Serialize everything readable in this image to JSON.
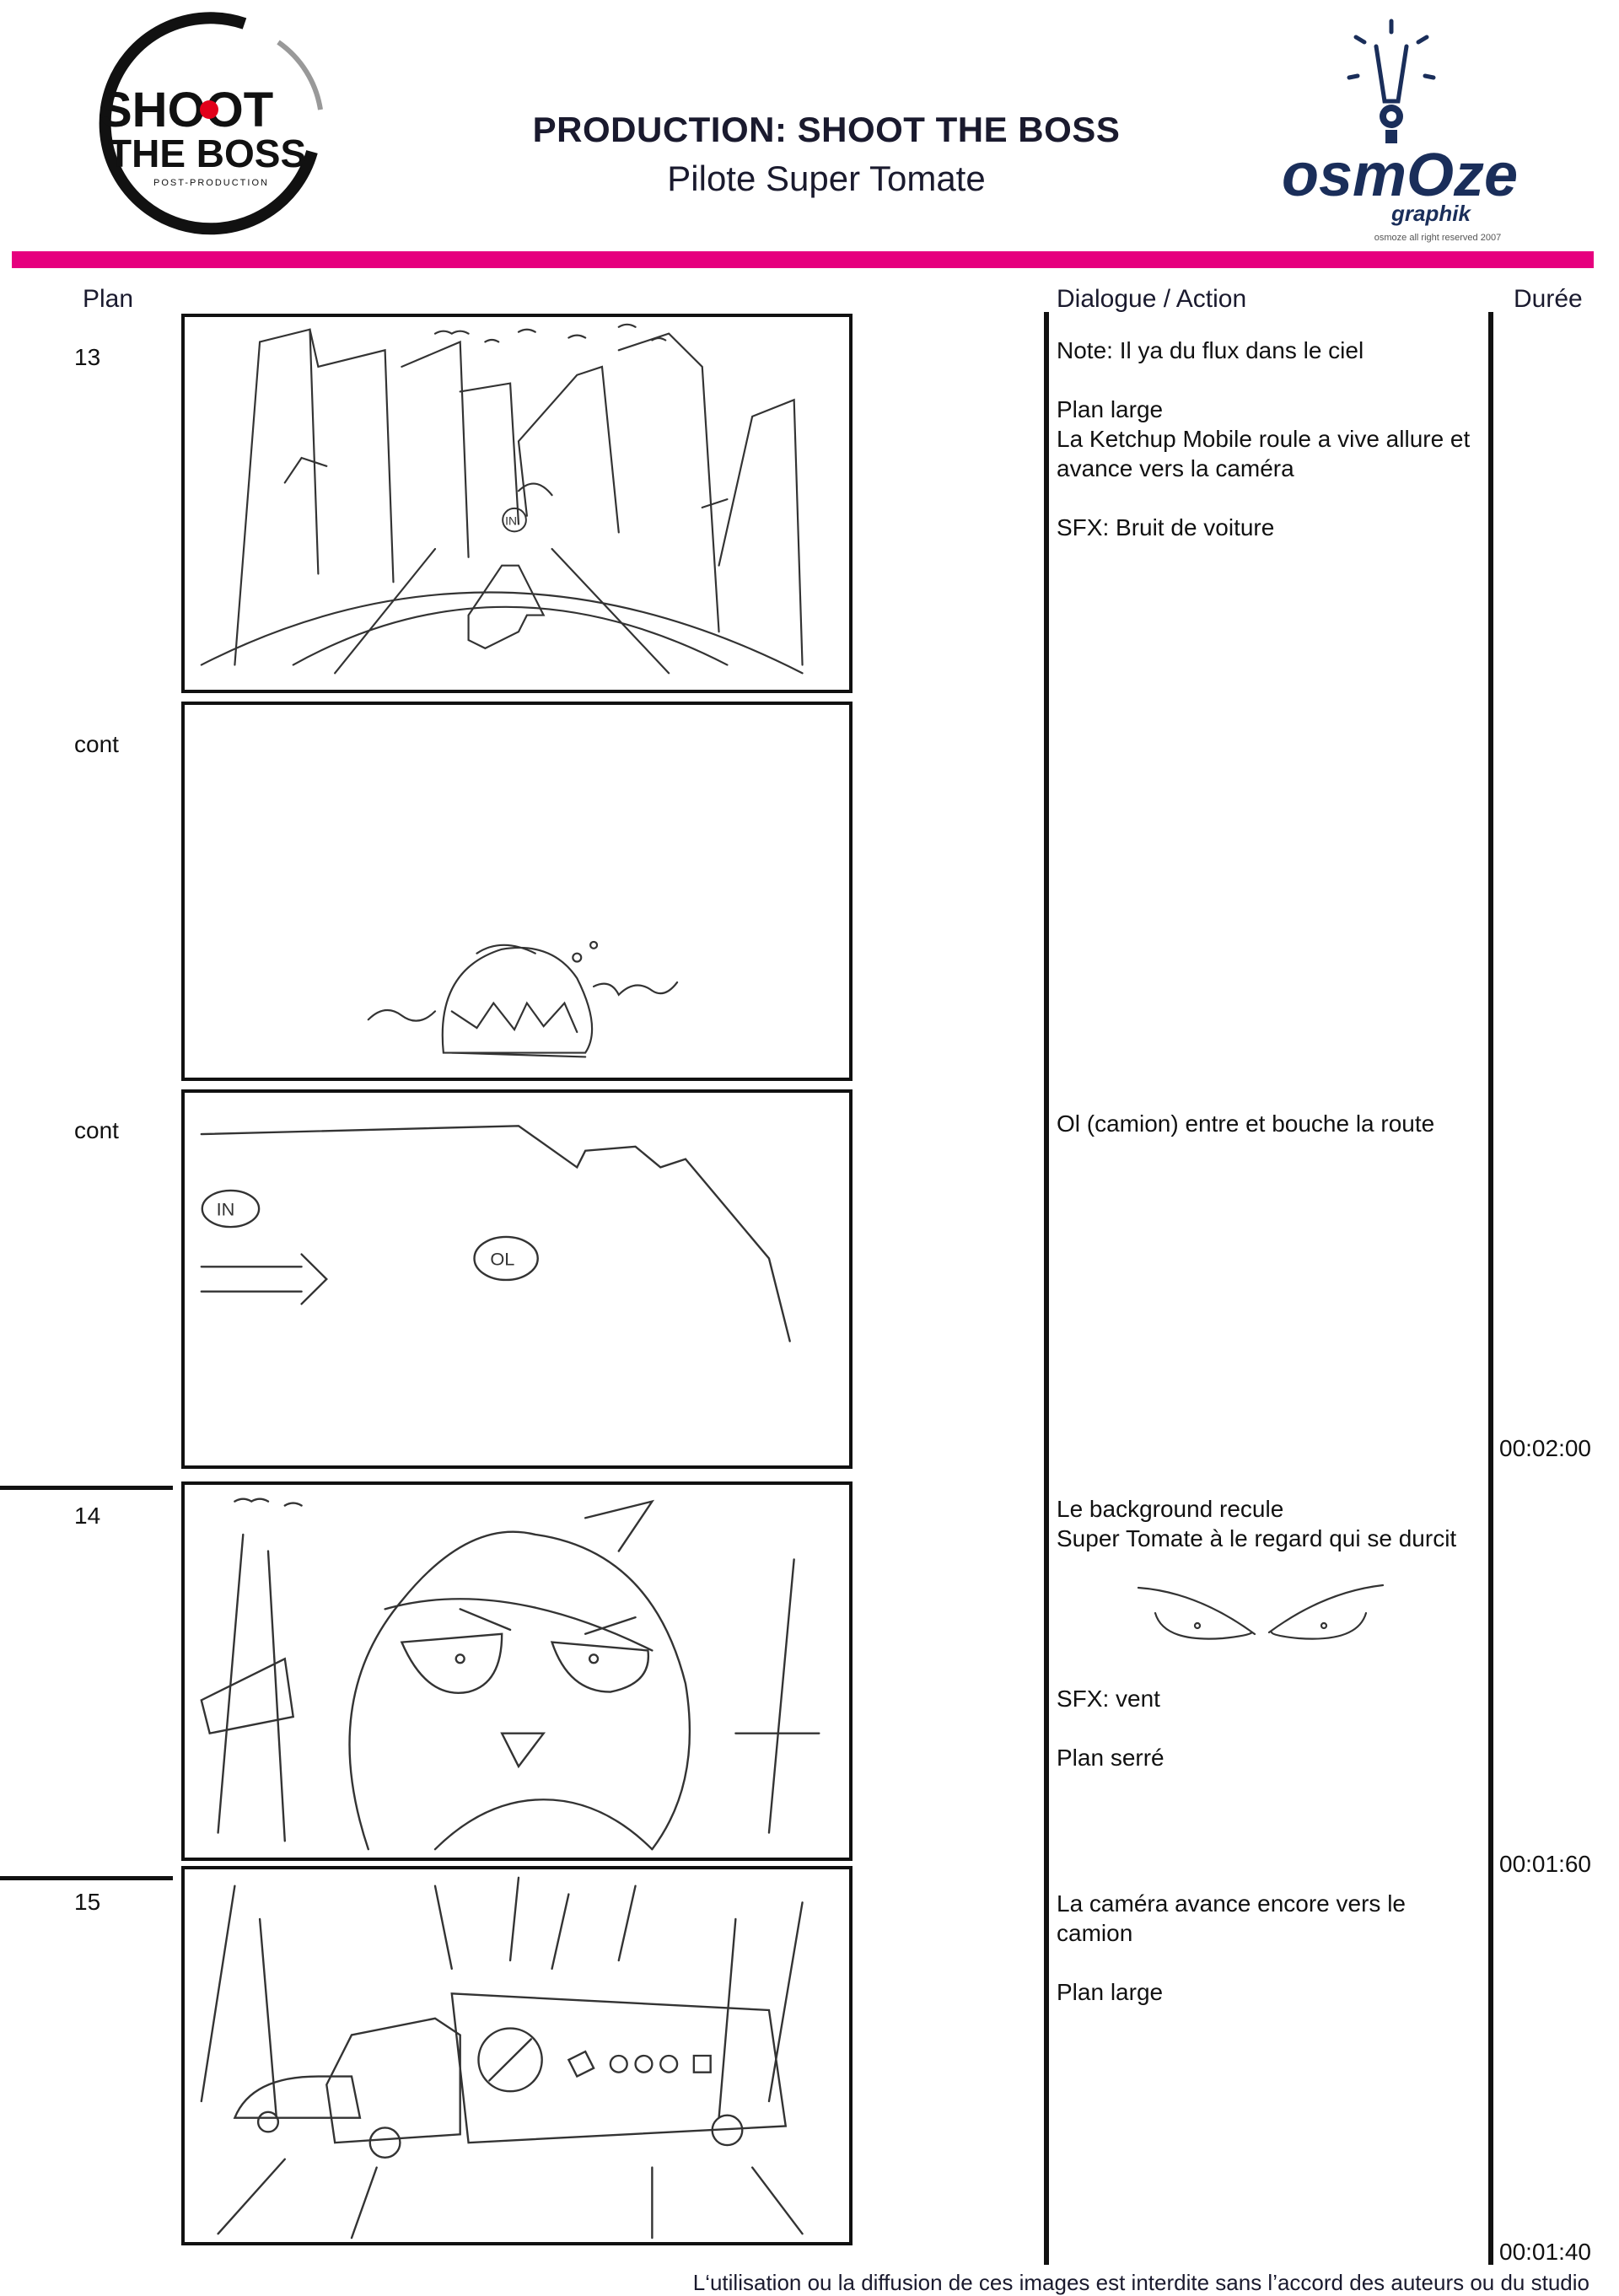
{
  "header": {
    "title": "PRODUCTION: SHOOT THE BOSS",
    "subtitle": "Pilote Super Tomate",
    "left_logo": {
      "line1": "SHOOT",
      "line2": "THE BOSS",
      "tagline": "POST-PRODUCTION"
    },
    "right_logo": {
      "line1": "osmOze",
      "line2": "graphik"
    },
    "rights": "osmoze all right reserved 2007",
    "accent_color": "#e6007e"
  },
  "columns": {
    "plan": "Plan",
    "dialogue": "Dialogue / Action",
    "duree": "Durée"
  },
  "rows": [
    {
      "plan": "13",
      "dialogue": [
        "Note: Il ya du flux dans le ciel",
        "",
        "Plan large",
        "La Ketchup Mobile roule a vive allure et avance vers la caméra",
        "",
        "SFX: Bruit de voiture"
      ],
      "panel_text": "IN"
    },
    {
      "plan": "cont",
      "dialogue": []
    },
    {
      "plan": "cont",
      "dialogue": [
        "Ol  (camion) entre et bouche la route"
      ],
      "duration": "00:02:00",
      "panel_text": [
        "IN",
        "OL"
      ]
    },
    {
      "plan": "14",
      "dialogue": [
        "Le background recule",
        "Super Tomate à le regard qui se durcit"
      ],
      "dialogue_after": [
        "SFX: vent",
        "",
        "Plan serré"
      ],
      "duration": "00:01:60"
    },
    {
      "plan": "15",
      "dialogue": [
        "La caméra avance encore vers le camion",
        "",
        "Plan large"
      ],
      "duration": "00:01:40"
    }
  ],
  "footer": "L‘utilisation ou la diffusion de ces images est interdite sans l’accord des auteurs ou du studio"
}
